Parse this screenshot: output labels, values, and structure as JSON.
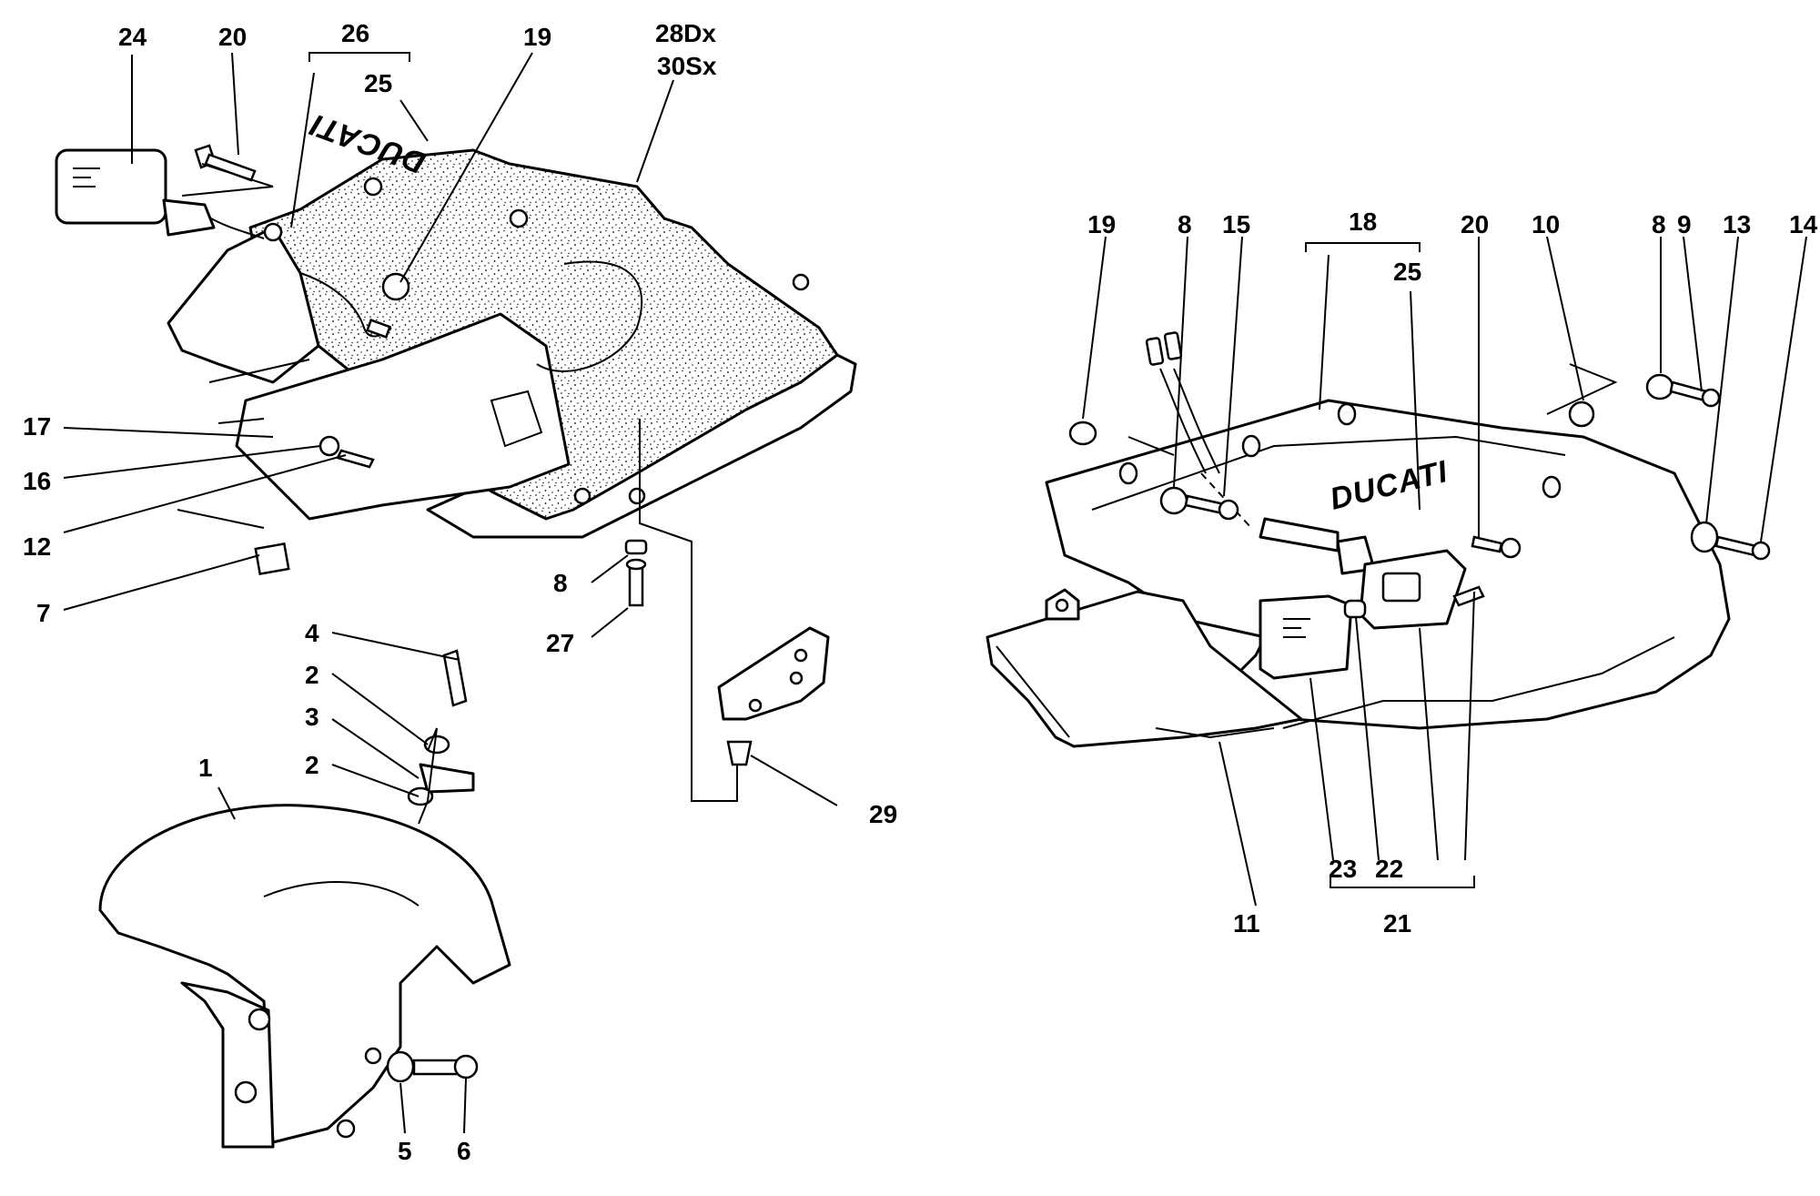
{
  "left_assembly": {
    "brand_text": "DUCATI",
    "labels": {
      "l24": "24",
      "l20": "20",
      "l26": "26",
      "l25": "25",
      "l19": "19",
      "l28": "28Dx",
      "l30": "30Sx",
      "l17": "17",
      "l16": "16",
      "l12": "12",
      "l7": "7",
      "l8": "8",
      "l27": "27",
      "l29": "29",
      "l4": "4",
      "l2a": "2",
      "l3": "3",
      "l2b": "2",
      "l1": "1",
      "l5": "5",
      "l6": "6"
    }
  },
  "right_assembly": {
    "brand_text": "DUCATI",
    "labels": {
      "r19": "19",
      "r8a": "8",
      "r15": "15",
      "r18": "18",
      "r25": "25",
      "r20": "20",
      "r10": "10",
      "r8b": "8",
      "r9": "9",
      "r13": "13",
      "r14": "14",
      "r11": "11",
      "r23": "23",
      "r22": "22",
      "r21": "21"
    }
  },
  "colors": {
    "line": "#000000",
    "background": "#ffffff"
  }
}
